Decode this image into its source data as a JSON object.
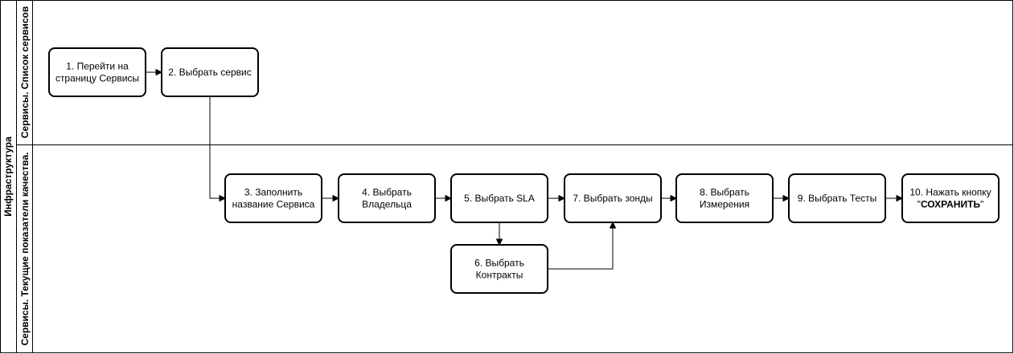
{
  "pool": {
    "title": "Инфраструктура"
  },
  "lanes": [
    {
      "id": "lane-services-list",
      "title": "Сервисы. Список сервисов"
    },
    {
      "id": "lane-quality",
      "title": "Сервисы. Текущие показатели качества."
    }
  ],
  "steps": [
    {
      "id": "s1",
      "lines": [
        "1. Перейти на",
        "страницу Сервисы"
      ]
    },
    {
      "id": "s2",
      "lines": [
        "2. Выбрать сервис"
      ]
    },
    {
      "id": "s3",
      "lines": [
        "3. Заполнить",
        "название Сервиса"
      ]
    },
    {
      "id": "s4",
      "lines": [
        "4. Выбрать",
        "Владельца"
      ]
    },
    {
      "id": "s5",
      "lines": [
        "5. Выбрать SLA"
      ]
    },
    {
      "id": "s6",
      "lines": [
        "6. Выбрать",
        "Контракты"
      ]
    },
    {
      "id": "s7",
      "lines": [
        "7. Выбрать зонды"
      ]
    },
    {
      "id": "s8",
      "lines": [
        "8. Выбрать",
        "Измерения"
      ]
    },
    {
      "id": "s9",
      "lines": [
        "9. Выбрать Тесты"
      ]
    },
    {
      "id": "s10",
      "lines": [
        "10. Нажать кнопку",
        "\"СОХРАНИТЬ\""
      ]
    }
  ],
  "flows": [
    {
      "from": "s1",
      "to": "s2"
    },
    {
      "from": "s2",
      "to": "s3"
    },
    {
      "from": "s3",
      "to": "s4"
    },
    {
      "from": "s4",
      "to": "s5"
    },
    {
      "from": "s5",
      "to": "s7"
    },
    {
      "from": "s5",
      "to": "s6"
    },
    {
      "from": "s6",
      "to": "s7"
    },
    {
      "from": "s7",
      "to": "s8"
    },
    {
      "from": "s8",
      "to": "s9"
    },
    {
      "from": "s9",
      "to": "s10"
    }
  ]
}
